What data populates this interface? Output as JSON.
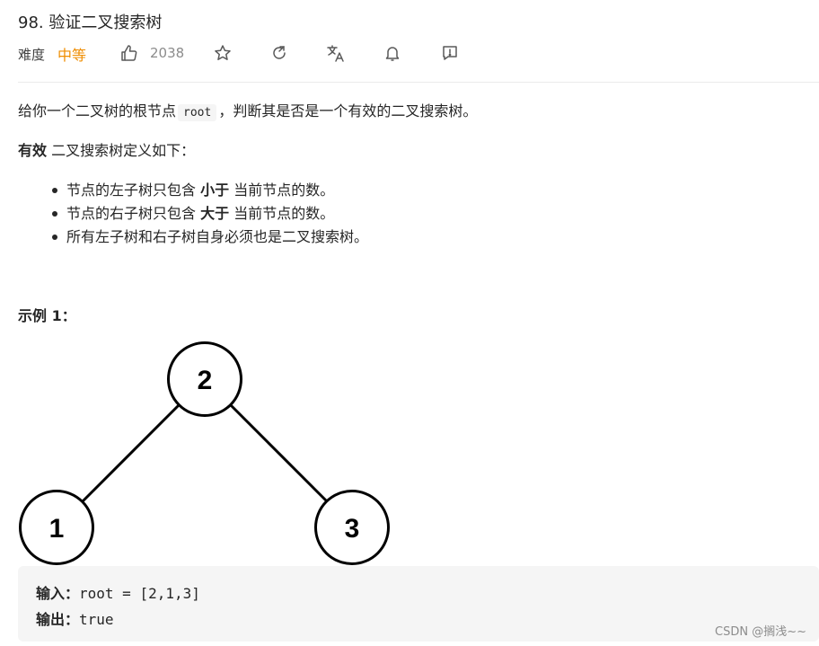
{
  "problem": {
    "title": "98. 验证二叉搜索树",
    "difficulty_label": "难度",
    "difficulty": "中等",
    "likes": "2038"
  },
  "description": {
    "intro_before": "给你一个二叉树的根节点",
    "intro_code": "root",
    "intro_after": "，判断其是否是一个有效的二叉搜索树。",
    "def_bold": "有效",
    "def_rest": " 二叉搜索树定义如下：",
    "bullets": [
      {
        "before": "节点的左子树只包含 ",
        "bold": "小于",
        "after": " 当前节点的数。"
      },
      {
        "before": "节点的右子树只包含 ",
        "bold": "大于",
        "after": " 当前节点的数。"
      },
      {
        "before": "所有左子树和右子树自身必须也是二叉搜索树。",
        "bold": "",
        "after": ""
      }
    ]
  },
  "example": {
    "title": "示例 1：",
    "tree_nodes": [
      "2",
      "1",
      "3"
    ],
    "input_label": "输入：",
    "input_value": "root = [2,1,3]",
    "output_label": "输出：",
    "output_value": "true"
  },
  "icons": {
    "like": "thumbs-up-icon",
    "star": "star-icon",
    "share": "share-icon",
    "translate": "translate-icon",
    "bell": "bell-icon",
    "feedback": "feedback-icon"
  },
  "colors": {
    "difficulty": "#ef8d00",
    "text": "#262626",
    "muted": "#8c8c8c",
    "codeBg": "#f5f5f5"
  },
  "watermark": "CSDN @搁浅~~"
}
